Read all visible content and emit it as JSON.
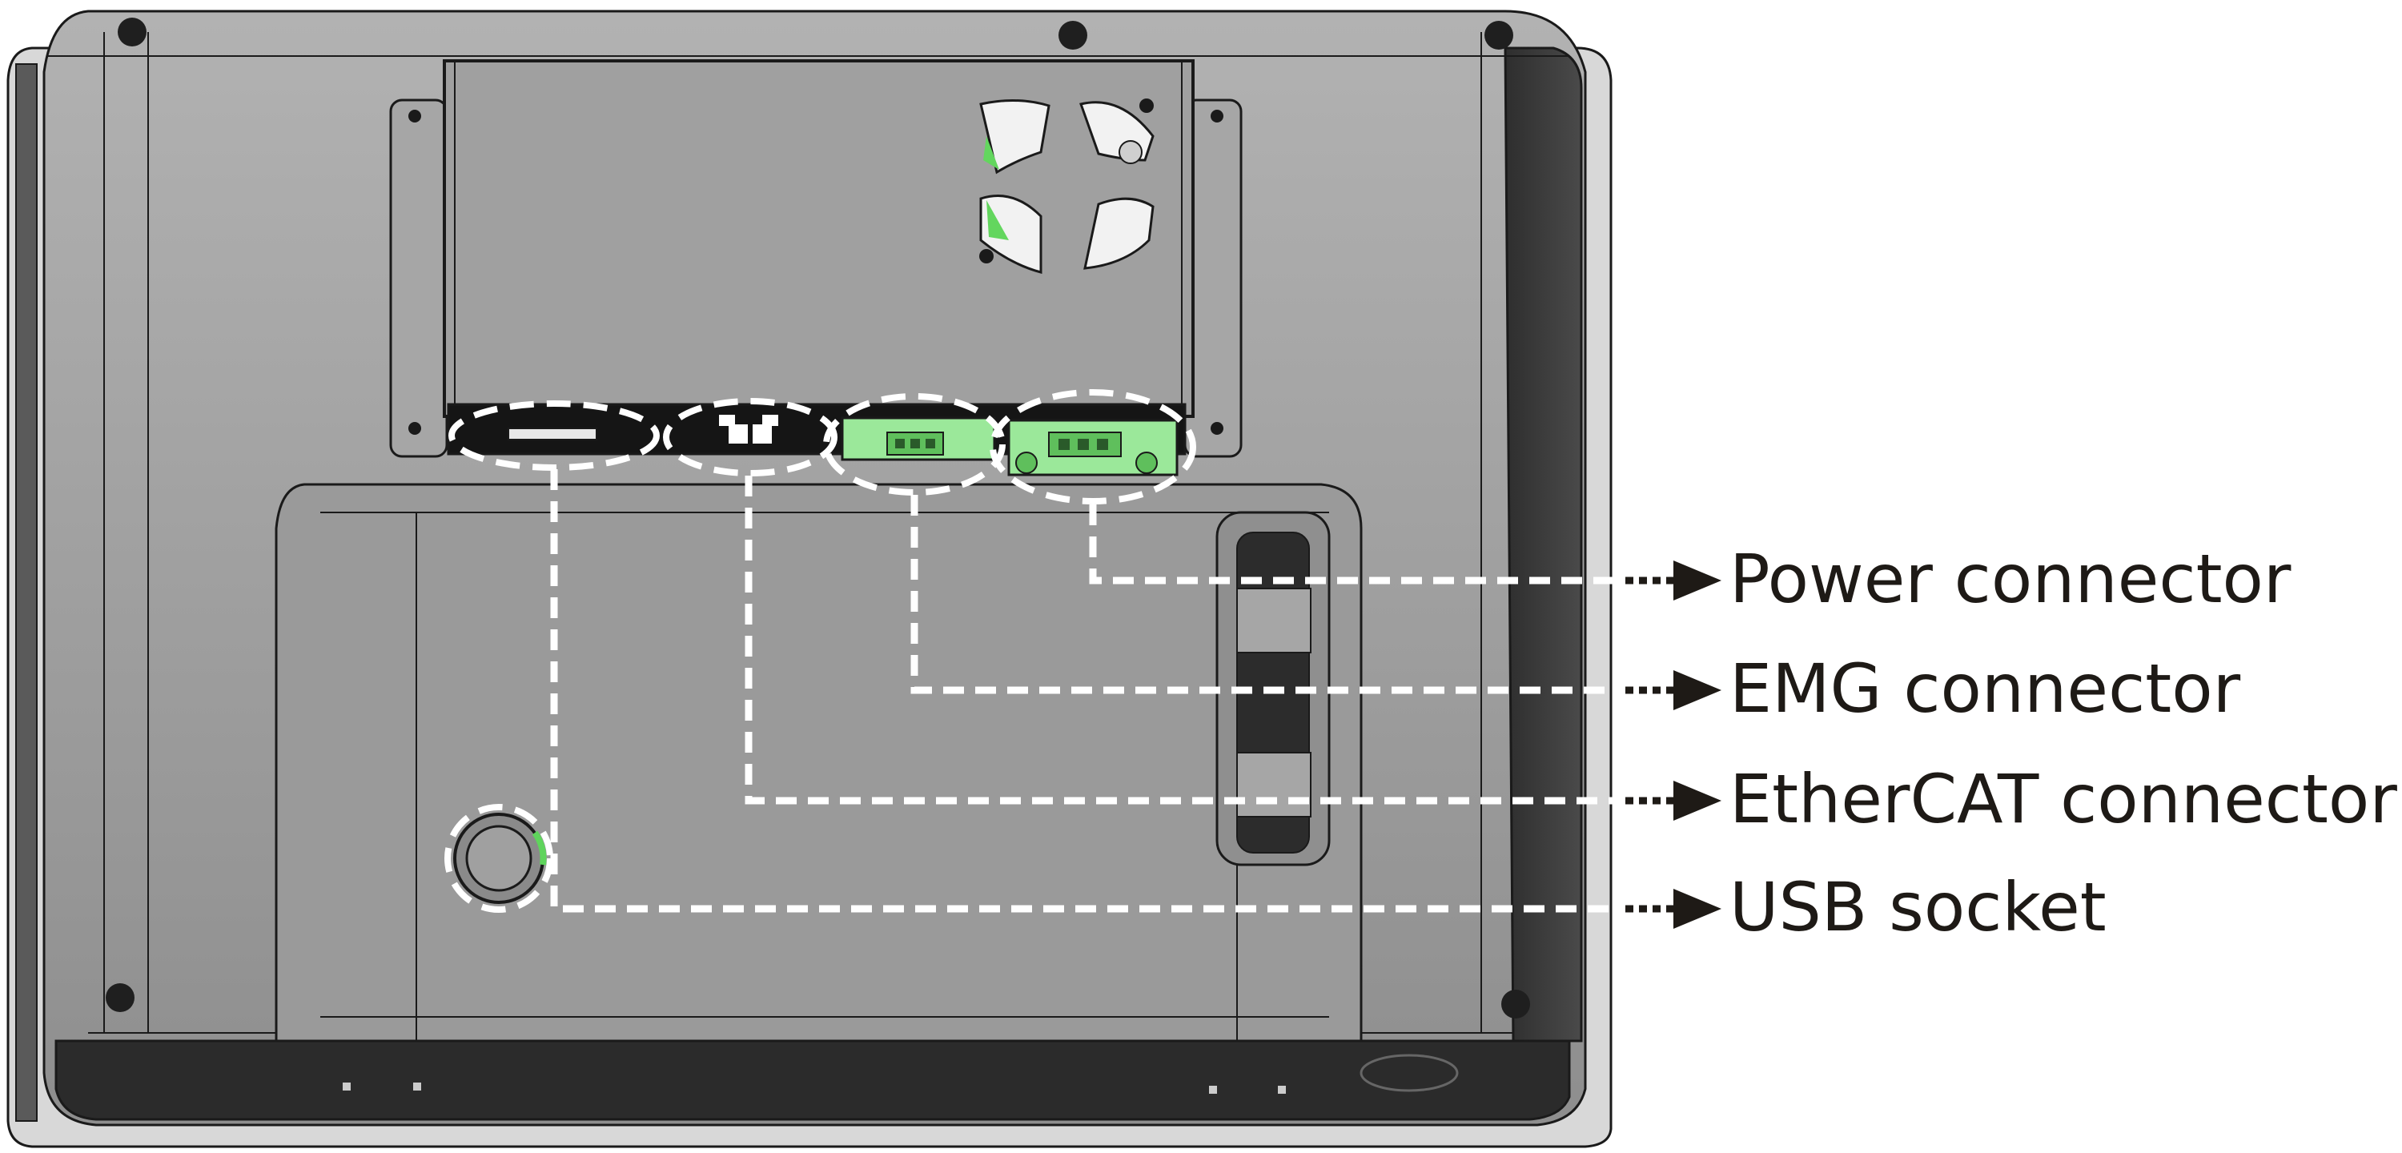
{
  "callouts": {
    "power": "Power connector",
    "emg": "EMG connector",
    "ethercat": "EtherCAT connector",
    "usb": "USB socket"
  },
  "colors": {
    "housing": "#a4a4a4",
    "panel": "#9c9c9c",
    "connector_green": "#9be89a",
    "leader_line": "#ffffff",
    "label_text": "#1e1a16"
  }
}
